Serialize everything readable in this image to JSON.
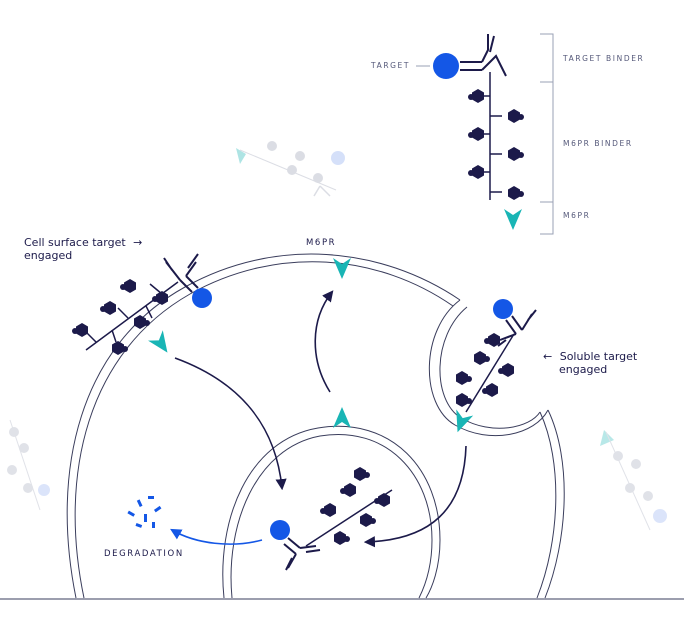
{
  "legend": {
    "target": "TARGET",
    "target_binder": "TARGET BINDER",
    "m6pr_binder": "M6PR BINDER",
    "m6pr": "M6PR"
  },
  "labels": {
    "cell_surface_line1": "Cell surface target",
    "cell_surface_line2": "engaged",
    "soluble_line1": "Soluble target",
    "soluble_line2": "engaged",
    "m6pr_top": "M6PR",
    "degradation": "DEGRADATION"
  },
  "colors": {
    "navy": "#1c1a4a",
    "blue": "#1457e6",
    "teal": "#19b5b5",
    "membrane": "#3a3d5c",
    "faded": "#c9ccd6"
  },
  "icons": {
    "arrow_right": "→",
    "arrow_left": "←"
  }
}
